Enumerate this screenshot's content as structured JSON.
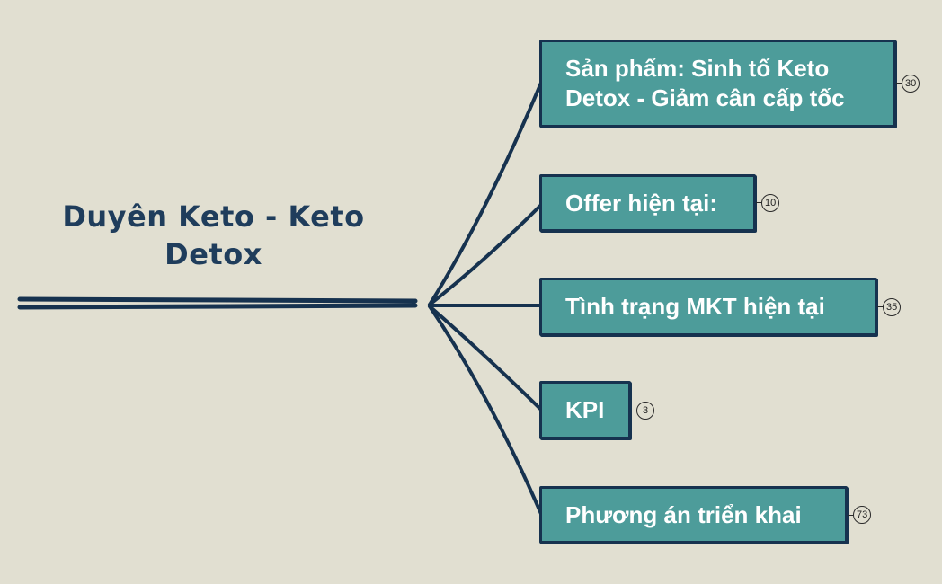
{
  "central": {
    "title_line1": "Duyên Keto - Keto",
    "title_line2": "Detox"
  },
  "branches": [
    {
      "label_line1": "Sản phẩm: Sinh tố Keto",
      "label_line2": "Detox - Giảm cân cấp tốc",
      "count": "30"
    },
    {
      "label": "Offer hiện tại:",
      "count": "10"
    },
    {
      "label": "Tình trạng MKT hiện tại",
      "count": "35"
    },
    {
      "label": "KPI",
      "count": "3"
    },
    {
      "label": "Phương án triển khai",
      "count": "73"
    }
  ],
  "colors": {
    "background": "#e1dfd1",
    "topic_fill": "#4d9c9a",
    "line": "#16324f",
    "title": "#1f3d5c"
  }
}
